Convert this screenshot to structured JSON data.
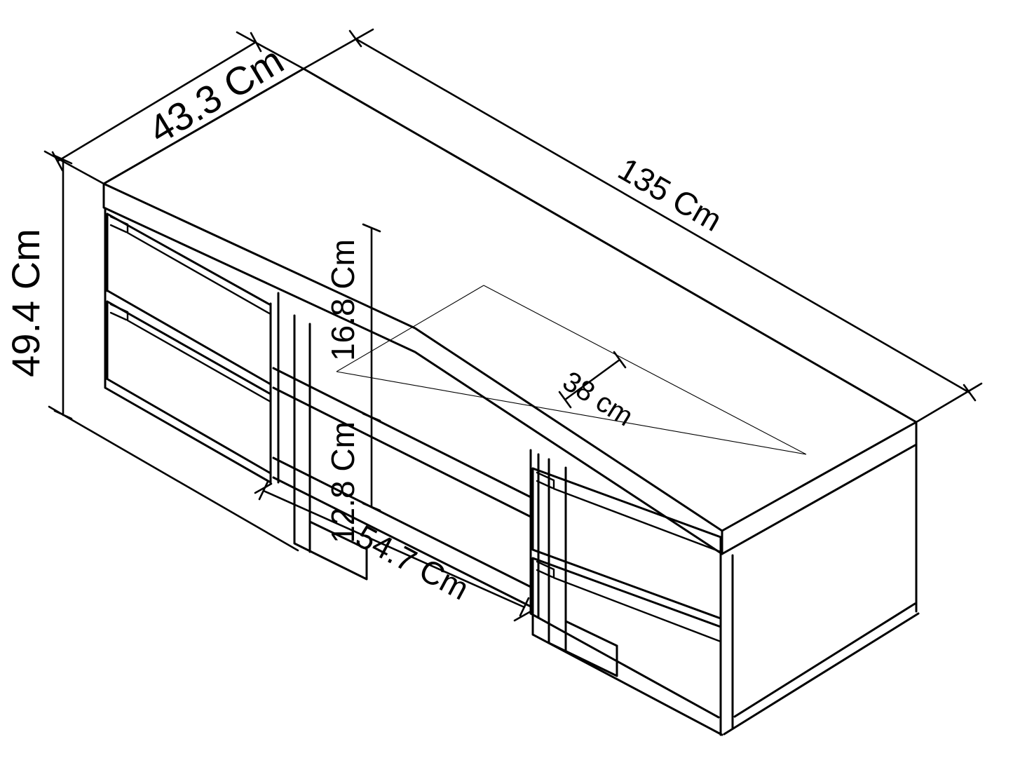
{
  "drawing": {
    "subject": "TV unit isometric technical drawing with dimensions",
    "background_color": "#ffffff",
    "line_color": "#000000",
    "dimensions": {
      "depth": {
        "label": "43.3 Cm",
        "value": 43.3,
        "unit": "Cm",
        "measures": "overall depth of top panel"
      },
      "length": {
        "label": "135 Cm",
        "value": 135,
        "unit": "Cm",
        "measures": "overall length of unit"
      },
      "height": {
        "label": "49.4 Cm",
        "value": 49.4,
        "unit": "Cm",
        "measures": "overall height of unit"
      },
      "upper_gap": {
        "label": "16.8 Cm",
        "value": 16.8,
        "unit": "Cm",
        "measures": "open compartment upper shelf space height"
      },
      "lower_gap": {
        "label": "12.8 Cm",
        "value": 12.8,
        "unit": "Cm",
        "measures": "open compartment lower shelf space height"
      },
      "top_depth": {
        "label": "38 cm",
        "value": 38,
        "unit": "cm",
        "measures": "usable depth marked on top surface"
      },
      "middle_width": {
        "label": "54.7 Cm",
        "value": 54.7,
        "unit": "Cm",
        "measures": "open middle compartment width"
      }
    },
    "features": [
      "top panel",
      "left two-drawer unit",
      "right two-drawer unit",
      "open middle compartment with shelf",
      "left leg frame",
      "right leg frame",
      "right end panel"
    ]
  }
}
